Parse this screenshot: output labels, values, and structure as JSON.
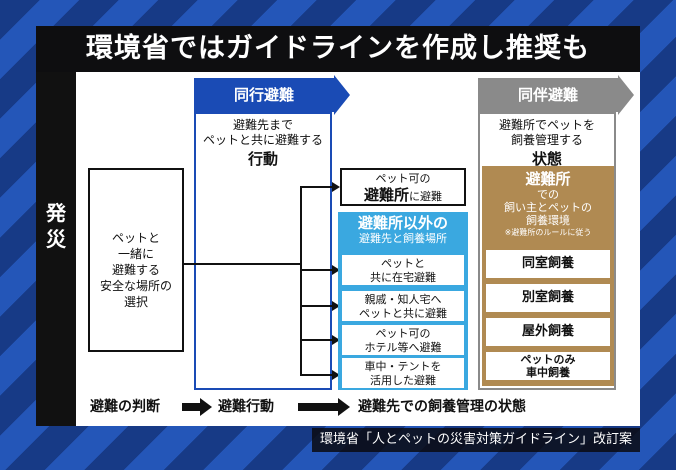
{
  "title": "環境省ではガイドラインを作成し推奨も",
  "left_label": [
    "発",
    "災"
  ],
  "choice_box": [
    "ペットと",
    "一緒に",
    "避難する",
    "安全な場所の",
    "選択"
  ],
  "blue_header": "同行避難",
  "blue_desc": [
    "避難先まで",
    "ペットと共に避難する"
  ],
  "blue_desc_bold": "行動",
  "gray_header": "同伴避難",
  "gray_desc": [
    "避難所でペットを",
    "飼養管理する"
  ],
  "gray_desc_bold": "状態",
  "shelter_box": {
    "line1": "ペット可の",
    "line2_bold": "避難所",
    "line2_rest": "に避難"
  },
  "non_shelter_header": {
    "bold": "避難所以外の",
    "sub": "避難先と飼養場所"
  },
  "non_shelter_items": [
    [
      "ペットと",
      "共に在宅避難"
    ],
    [
      "親戚・知人宅へ",
      "ペットと共に避難"
    ],
    [
      "ペット可の",
      "ホテル等へ避難"
    ],
    [
      "車中・テントを",
      "活用した避難"
    ]
  ],
  "gold_header": {
    "bold": "避難所",
    "lines": [
      "での",
      "飼い主とペットの",
      "飼養環境"
    ],
    "note": "※避難所のルールに従う"
  },
  "gold_items": [
    "同室飼養",
    "別室飼養",
    "屋外飼養"
  ],
  "gold_last": [
    "ペットのみ",
    "車中飼養"
  ],
  "bottom_flow": [
    "避難の判断",
    "避難行動",
    "避難先での飼養管理の状態"
  ],
  "caption": "環境省「人とペットの災害対策ガイドライン」改訂案",
  "colors": {
    "blue": "#1a4bb5",
    "gray": "#8a8a8a",
    "gold": "#b08a52",
    "light_blue": "#3aa8e0"
  }
}
